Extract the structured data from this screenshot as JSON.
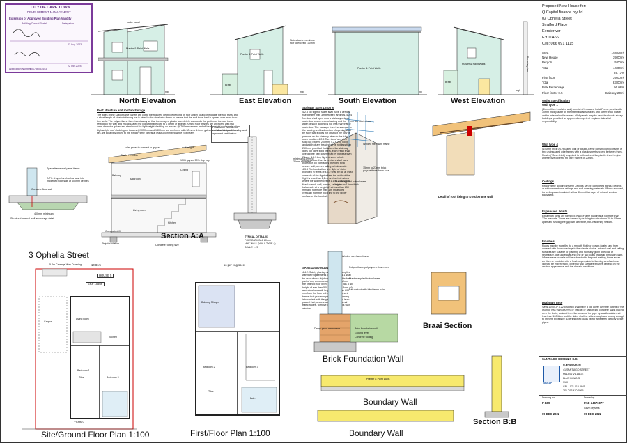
{
  "stamp": {
    "authority": "CITY OF CAPE TOWN",
    "department": "DEVELOPMENT MANAGEMENT",
    "approval_type": "Extension of Approved Building Plan Validity",
    "system": "Building Control Portal",
    "delegation": "Delegation",
    "date1": "23 Aug 2023",
    "date2": "22 Oct 2024",
    "app_label": "Application Number:",
    "app_number": "801756033443"
  },
  "elevations": {
    "north": "North Elevation",
    "east": "East Elevation",
    "south": "South Elevation",
    "west": "West Elevation",
    "plaster_paint": "Plaster & Paint Walls",
    "brass": "Brass",
    "ngl": "ngl",
    "solar_panel": "solar panel",
    "boundary_line": "Boundary line",
    "natural_note": "Naturalcrete members roof to exceed 100mm"
  },
  "roof": {
    "heading": "Roof structure and roof anchorage",
    "text": "The wires of the KwickFrame panels are cut to the required depth(depending on roof angle) to accommodate the roof truss, and a short length of steel reinforcing bar is wired to the steel wire frame to ensure that the roof truss load is spread over more than two wells. The polyurethane foam is cut away so that the sprayed plaster completely surrounds the portion of the roof truss resting on the wall and encapsulated the polyurethane core to a depth of at least 20mm. Roof trusses are anchored with two 4mm diameter galvanized steel wood for lightweight cladding on trusses @ 760mm centres and all heavyweight roof construction Lightweight roof cladding on trusses @1050mm and 1400mm are anchored with 30mm x 1.6mm galvanized steel straps. All roof ties are positively linked to the KwickFrame panels at least 300mm below the roof beam."
  },
  "foundation_note": "Foundation Wall & roof construction is as per eng. and agrement certification",
  "section_aa": {
    "title": "Section A:A",
    "labels": [
      "solar panel to connect to geyser",
      "Grade 7 Timber",
      "roof height",
      "150lt geyser 50% drip tray",
      "Ceiling",
      "Bathroom",
      "Living room",
      "Balcony",
      "Kitchen",
      "Compacted fill",
      "Concrete footing size"
    ],
    "strip_label": "Strip foundation"
  },
  "anchor_labels": [
    "Space frame wall panel frame",
    "INFIL shaped anchor bar cast into thickened floor slab at 600mm centres",
    "Concrete floor slab",
    "400mm minimum",
    "Structural internal wall anchorage detail"
  ],
  "typical_detail": [
    "TYPICAL DETAIL 01",
    "FOUNDATION & 80mm",
    "MXK WALL (WALL TYPE 4)",
    "SCALE 1:20"
  ],
  "wall_labels": [
    "Welded steel wire frame",
    "15mm to 27mm thick polyurethane foam core",
    "Plaster applied in two layers",
    "minimum 12mm thick",
    "2 mm dia steel wires",
    "minimum 15mm to 30mm thickness"
  ],
  "roof_fixing": "Detail of roof fixing to KwickFrame wall",
  "stairway": {
    "heading": "Stairway Sans 10400 M",
    "text": "4.2.3 No flight of stairs shall have a vertical rise greater than 3m between landings. 4.2.4 No door shall open onto a stairway unless such door opens onto a landing and the width of such landing is not less than that of such door. The passage from the stairway to the landing and its direction of opening shall be such that it does not obstruct the flow of persons on the stairway when in the fully open position. 4.2.5 The rise of any step shall not exceed 200mm. 4.2.6 The going and width of any tread shall be not less than 250mm, provided that where the stairway does not have solid risers, each tread shall overlap the next lower tread by not less than 25mm. 4.3.1 Any flight of steps which containsmore than three risers shall have protection on both sides provided by a secure wall, screen railing or balustrade. 4.3.3 The handrail on any flight of stairs provided in terms of 4.3.2 shall be: a) at least one side of the flight where the width of the flight is less than 1,1 m, and on both sides where the width exceeds 1,1 m; b) securely fixed to such wall, screen, railing or balustrade at a height of not less than 850 mm and not more than 1 m measured vertically from the pitch line to the upper surface of the handrail.",
    "glass_heading": "SANS 10400-N-2010",
    "glass_text": "4.4.2. Safety glazing material that complies with the requirements of SANS 1263-1 shall be used where (b) doors and sidelights form part of any entrance up to 2 100 mm from the finished floor level; (c) a window has a sill height of less than 500 mm from the floor; (d) a window has a sill height of less than 800 mm from the floor without any permanent barrier that prevents persons from coming into contact with the glass panel, and is so placed that persons are likely, on normal traffic routes, to move directly towards such window."
  },
  "site_plan": {
    "street": "3 Ophelia Street",
    "title": "Site/Ground Floor Plan 1:100",
    "house": "HOUSE 5",
    "erf": "ERF 10466",
    "dim_top": "10.81m",
    "dim_bottom": "11.60m",
    "carriage": "5.2m Carriage Way Crossing",
    "rooms": [
      "Living room",
      "Kitchen",
      "Bedroom 1",
      "Bedroom 2",
      "Tiles",
      "Carport"
    ]
  },
  "first_plan": {
    "title": "First/Floor Plan 1:100",
    "spec": "as per eng.spec.",
    "rooms": [
      "Balcony 30sqm",
      "Bedroom 2",
      "Bedroom 3",
      "Bath",
      "Tiles"
    ]
  },
  "brick_foundation": {
    "title": "Brick Foundation Wall",
    "labels": [
      "Welded steel wire frame",
      "Polyurethane polystyrene foam core",
      "Plaster applied in two layers",
      "Bar contact with bitu/denso paint",
      "Damp-proof membrane",
      "Brick foundation wall",
      "Ground level",
      "Concrete footing"
    ]
  },
  "braai": "Braai Section",
  "boundary_wall": "Boundary Wall",
  "boundary_wall2": "Boundary Wall",
  "section_bb": "Section B:B",
  "project": {
    "heading": "Proposed New House for:",
    "client": "Q Capital finance pty ltd",
    "address1": "03 Ophelia Street",
    "address2": "Strafford Place",
    "address3": "Eersteriver",
    "erf": "Erf 10466",
    "cell": "Cell: 066 091 1115"
  },
  "areas": [
    {
      "k": "Area",
      "v": "148.08m²"
    },
    {
      "k": "New House",
      "v": "39.00m²"
    },
    {
      "k": "Pergola",
      "v": "5.00m²"
    },
    {
      "k": "Total",
      "v": "44.00m²"
    },
    {
      "k": "",
      "v": "29.73%"
    },
    {
      "k": "First floor",
      "v": "39.00m²"
    },
    {
      "k": "Total",
      "v": "83.00m²"
    },
    {
      "k": "Bulk Percentage",
      "v": "56.08%"
    },
    {
      "k": "Floor factor 0.5",
      "v": "Balcony 20m²"
    }
  ],
  "specs": {
    "walls_heading": "Walls Specification",
    "wall_type1": "Wall type 1",
    "wall_type1_text": "(80mm thick insulated wall) consist of insulated KwickFrame panels with 30mm thick plaster on the internal wall surfaces and 35mm thick plaster on the external wall surfaces. Wall panels may be used for double-storey buildings, provided an approved competent engineer takes full responsibility.",
    "wall_type4": "Wall type 4",
    "wall_type4_text": "(140mm thick un-insulated wall of double-frame construction) consists of two un-insulated wire frames with a plastic sheet secured between them. Plaster (70mm thick) is applied to both sides of the plastic sheet to give an effective cover to the wire frames of 20mm.",
    "ceilings_heading": "Ceilings",
    "ceilings_text": "KwickFrame Building system Ceilings can be completed without ceilings or with conventional ceilings and roof covering materials. Where required, the ceilings are insulated with a 40mm thick layer of mineral wool or equivalent.",
    "joints_heading": "Expansion Joints",
    "joints_text": "Expansion joints are formed in KwickFrame buildings at no more than 22m intervals. These are formed by building two structures 10 to 15mm apart and sealing the gap with a flexible, non-hardening sealant.",
    "finishes_heading": "Finishes",
    "finishes_text": "Floors may be trowelled to a smooth finish or power-floated and then covered with floor coverings to the client's choice. Internal wall and ceiling surfaces are suitable for painting and normally given one coat of neutraliser, one undercoat and one or two coats of acrylic emulsion paint. Where areas of walls will be subjected to frequent wetting, these areas are tiles or provided with a finish appropriate to the degree of wetness likely to be experienced. External wall surfaces finishes depend on the desired appearance and the climatic conditions.",
    "drainage_heading": "Drainage note",
    "drainage_text": "Sans 10400-P 4.22.5 A drain shall have a rod cover over the outlets of the drain or less than 300mm, or precast or cast-in-situ concrete slabs placed over the drain, isolated from the crown of the pipe by a soil cushion not less than 100 thick and the slabs shall be wide enough and strong enough to prevent excessive superimposed loads being transferred directly to the pipes."
  },
  "designer": {
    "firm": "SANTIAGO DESIGNS C.C.",
    "name": "G. ERUMUKEN",
    "address1": "41 SANTIAGO STREET",
    "address2": "MALIBU VILLAGE",
    "address3": "BLUE DOWNS",
    "code": "7100",
    "cell": "CELL 071 410 8945",
    "tel": "TEL 073 470 7055",
    "sacap": "SACAP",
    "row_labels": [
      "Drawing no.",
      "Drawn by"
    ],
    "drawing_no": "P-469",
    "reg_no": "PAD-54676077",
    "drawn_by": "Gavin Mysims",
    "date1": "05 DEC 2022",
    "date2": "05 DEC 2022"
  }
}
